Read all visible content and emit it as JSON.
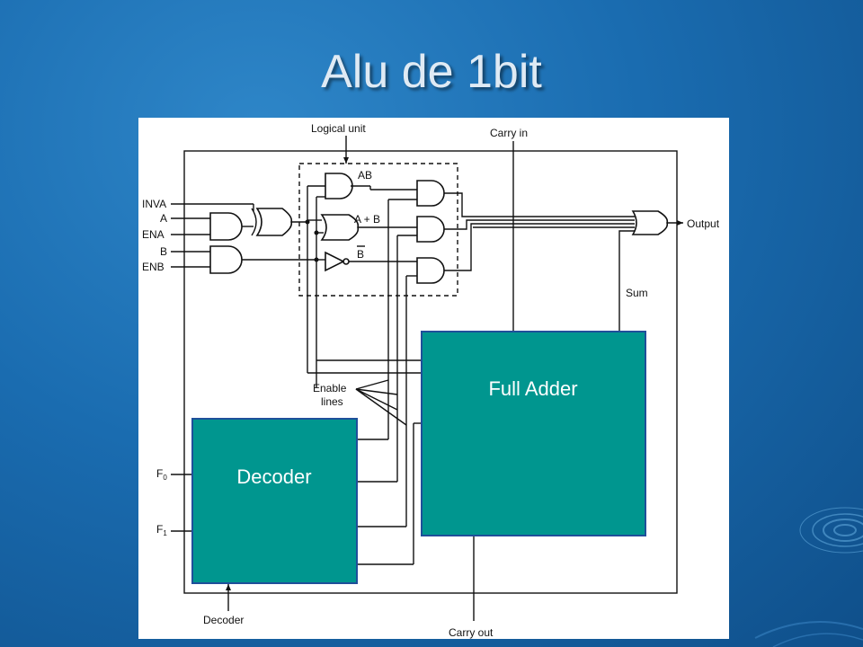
{
  "slide": {
    "title": "Alu de 1bit"
  },
  "diagram": {
    "logical_unit_label": "Logical unit",
    "carry_in_label": "Carry in",
    "carry_out_label": "Carry out",
    "output_label": "Output",
    "sum_label": "Sum",
    "enable_lines_label_1": "Enable",
    "enable_lines_label_2": "lines",
    "decoder_caption": "Decoder",
    "inputs": {
      "inva": "INVA",
      "a": "A",
      "ena": "ENA",
      "b": "B",
      "enb": "ENB",
      "f0": "F",
      "f0_sub": "0",
      "f1": "F",
      "f1_sub": "1"
    },
    "gate_labels": {
      "and": "AB",
      "or": "A + B",
      "not": "B"
    },
    "full_adder_label": "Full Adder",
    "decoder_label": "Decoder",
    "colors": {
      "box_fill": "#00968f",
      "box_border": "#1f4f9a",
      "slide_bg": "#1a6cb0"
    }
  },
  "decoration": {
    "icon": "ripple-icon"
  }
}
